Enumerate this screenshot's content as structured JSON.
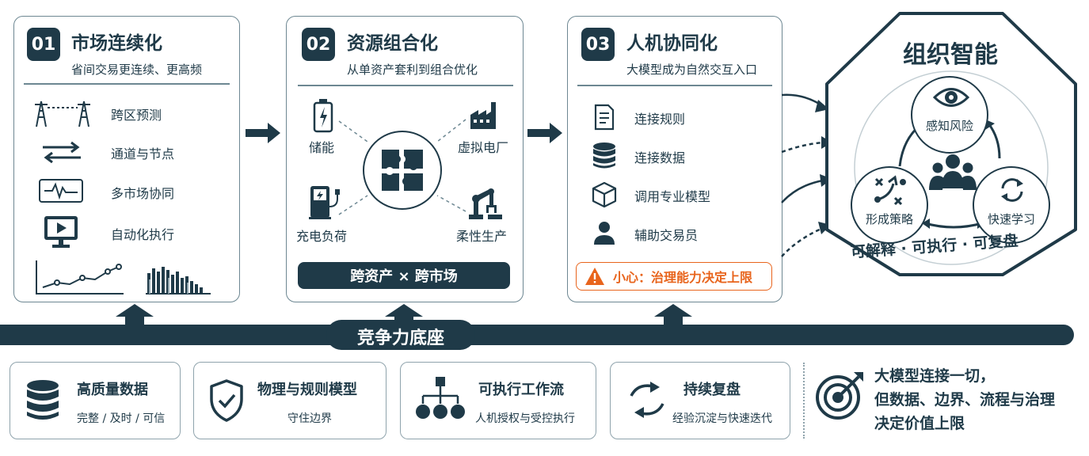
{
  "colors": {
    "navy": "#1f3a48",
    "border": "#6d8792",
    "warning": "#e8641c",
    "white": "#ffffff"
  },
  "cards": [
    {
      "num": "01",
      "title": "市场连续化",
      "subtitle": "省间交易更连续、更高频",
      "items": [
        {
          "icon": "transmission-tower-icon",
          "label": "跨区预测"
        },
        {
          "icon": "exchange-arrows-icon",
          "label": "通道与节点"
        },
        {
          "icon": "signal-waveform-icon",
          "label": "多市场协同"
        },
        {
          "icon": "play-monitor-icon",
          "label": "自动化执行"
        }
      ],
      "charts": [
        "line-trend-icon",
        "bar-histogram-icon"
      ]
    },
    {
      "num": "02",
      "title": "资源组合化",
      "subtitle": "从单资产套利到组合优化",
      "items": [
        {
          "icon": "battery-icon",
          "label": "储能"
        },
        {
          "icon": "factory-icon",
          "label": "虚拟电厂"
        },
        {
          "icon": "charger-icon",
          "label": "充电负荷"
        },
        {
          "icon": "robot-arm-icon",
          "label": "柔性生产"
        }
      ],
      "center_icon": "puzzle-icon",
      "banner": "跨资产 × 跨市场"
    },
    {
      "num": "03",
      "title": "人机协同化",
      "subtitle": "大模型成为自然交互入口",
      "items": [
        {
          "icon": "document-icon",
          "label": "连接规则"
        },
        {
          "icon": "database-icon",
          "label": "连接数据"
        },
        {
          "icon": "cube-icon",
          "label": "调用专业模型"
        },
        {
          "icon": "person-icon",
          "label": "辅助交易员"
        }
      ],
      "warning_icon": "warning-icon",
      "warning": "小心：治理能力决定上限"
    }
  ],
  "org": {
    "title": "组织智能",
    "nodes": [
      {
        "icon": "eye-icon",
        "label": "感知风险"
      },
      {
        "icon": "strategy-icon",
        "label": "形成策略"
      },
      {
        "icon": "refresh-icon",
        "label": "快速学习"
      }
    ],
    "center_icon": "team-icon",
    "footer": "可解释 · 可执行 · 可复盘"
  },
  "foundation": "竞争力底座",
  "bottom": [
    {
      "icon": "database-icon",
      "title": "高质量数据",
      "sub": "完整 / 及时 / 可信"
    },
    {
      "icon": "shield-check-icon",
      "title": "物理与规则模型",
      "sub": "守住边界"
    },
    {
      "icon": "workflow-tree-icon",
      "title": "可执行工作流",
      "sub": "人机授权与受控执行"
    },
    {
      "icon": "cycle-arrows-icon",
      "title": "持续复盘",
      "sub": "经验沉淀与快速迭代"
    }
  ],
  "conclusion": {
    "icon": "target-icon",
    "lines": [
      "大模型连接一切，",
      "但数据、边界、流程与治理",
      "决定价值上限"
    ]
  }
}
